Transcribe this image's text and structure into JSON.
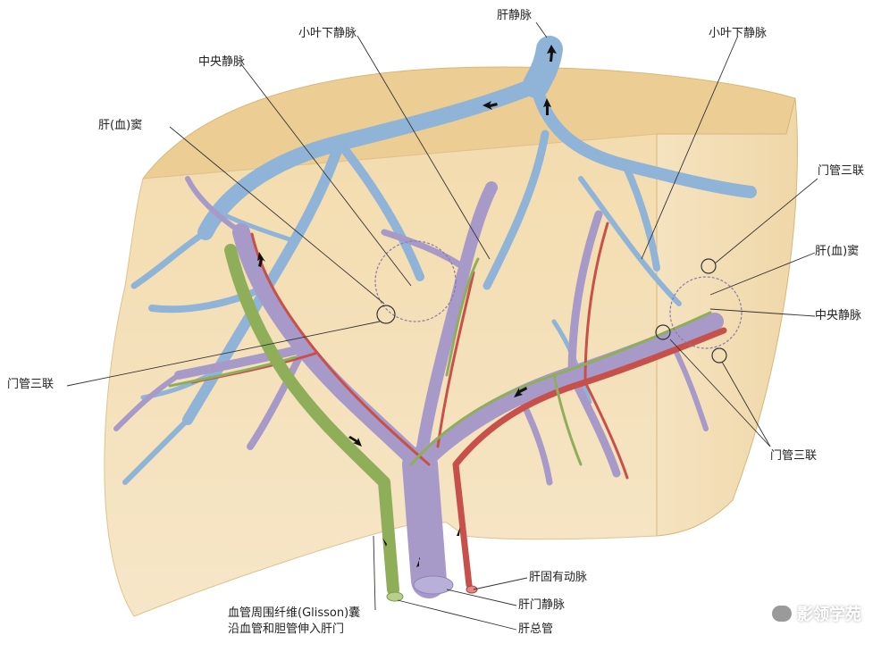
{
  "labels": {
    "hepatic_vein_top": "肝静脉",
    "sublobular_vein_left": "小叶下静脉",
    "sublobular_vein_right": "小叶下静脉",
    "central_vein_left": "中央静脉",
    "sinusoid_left": "肝(血)窦",
    "portal_triad_left": "门管三联",
    "portal_triad_right_top": "门管三联",
    "sinusoid_right": "肝(血)窦",
    "central_vein_right": "中央静脉",
    "portal_triad_right_bottom": "门管三联",
    "hepatic_artery": "肝固有动脉",
    "portal_vein": "肝门静脉",
    "common_duct": "肝总管",
    "glisson_line1": "血管周围纤维(Glisson)囊",
    "glisson_line2": "沿血管和胆管伸入肝门"
  },
  "watermark": {
    "text": "影领学苑",
    "icon": "wechat-icon"
  },
  "colors": {
    "liver_surface": "#f0d9a8",
    "vein_blue": "#8fb4d8",
    "portal_purple": "#a79ac8",
    "artery_red": "#c8504a",
    "bile_green": "#8fae5a"
  }
}
